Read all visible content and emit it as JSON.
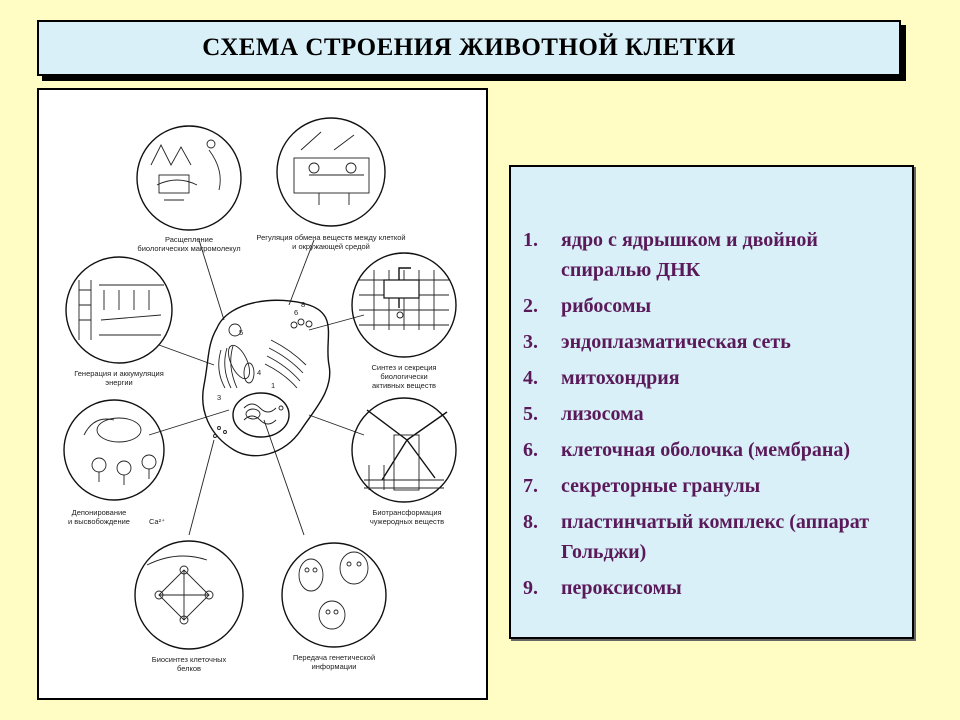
{
  "title": "СХЕМА СТРОЕНИЯ ЖИВОТНОЙ КЛЕТКИ",
  "legend": [
    {
      "num": "1.",
      "text": "ядро с ядрышком и двойной спиралью ДНК"
    },
    {
      "num": "2.",
      "text": "рибосомы"
    },
    {
      "num": "3.",
      "text": "эндоплазматическая сеть"
    },
    {
      "num": "4.",
      "text": "митохондрия"
    },
    {
      "num": "5.",
      "text": "лизосома"
    },
    {
      "num": "6.",
      "text": "клеточная оболочка (мембрана)"
    },
    {
      "num": "7.",
      "text": "секреторные гранулы"
    },
    {
      "num": "8.",
      "text": "пластинчатый комплекс (аппарат Гольджи)"
    },
    {
      "num": "9.",
      "text": "пероксисомы"
    }
  ],
  "diagram": {
    "labels": {
      "breakdown_1": "Расщепление",
      "breakdown_2": "биологических макромолекул",
      "regulation_1": "Регуляция обмена веществ между клеткой",
      "regulation_2": "и окружающей средой",
      "synthesis_1": "Синтез и секреция",
      "synthesis_2": "биологически",
      "synthesis_3": "активных веществ",
      "energy_1": "Генерация и аккумуляция",
      "energy_2": "энергии",
      "deposit_1": "Депонирование",
      "deposit_2": "и высвобождение",
      "deposit_ca": "Ca²⁺",
      "biotrans_1": "Биотрансформация",
      "biotrans_2": "чужеродных веществ",
      "protein_1": "Биосинтез клеточных",
      "protein_2": "белков",
      "genetic_1": "Передача генетической",
      "genetic_2": "информации"
    },
    "numbers": {
      "n1": "1",
      "n3": "3",
      "n4": "4",
      "n5": "5",
      "n6": "6",
      "n8": "8"
    }
  }
}
